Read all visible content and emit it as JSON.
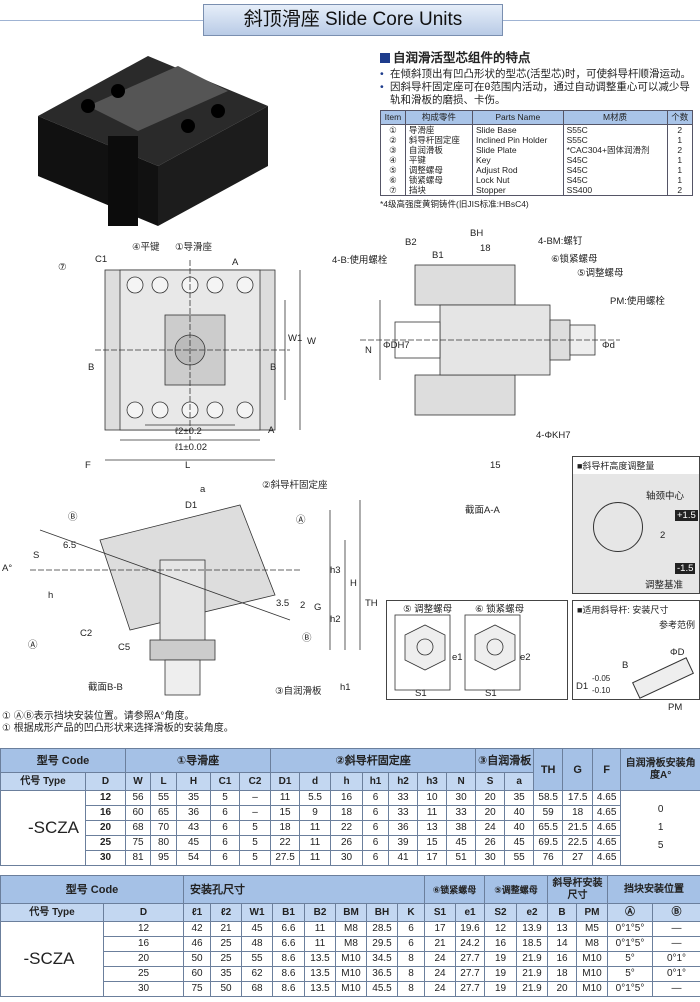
{
  "title": "斜顶滑座 Slide Core Units",
  "features": {
    "heading": "自润滑活型芯组件的特点",
    "bullets": [
      "在倾斜顶出有凹凸形状的型芯(活型芯)时，可使斜导杆顺滑运动。",
      "因斜导杆固定座可在θ范围内活动，通过自动调整重心可以减少导轨和滑板的磨损、卡伤。"
    ],
    "parts_headers": [
      "Item",
      "构成零件",
      "Parts Name",
      "M材质",
      "个数"
    ],
    "parts": [
      [
        "①",
        "导滑座",
        "Slide Base",
        "S55C",
        "2"
      ],
      [
        "②",
        "斜导杆固定座",
        "Inclined Pin Holder",
        "S55C",
        "1"
      ],
      [
        "③",
        "自润滑板",
        "Slide Plate",
        "*CAC304+固体润滑剂",
        "2"
      ],
      [
        "④",
        "平键",
        "Key",
        "S45C",
        "1"
      ],
      [
        "⑤",
        "调整螺母",
        "Adjust Rod",
        "S45C",
        "1"
      ],
      [
        "⑥",
        "锁紧螺母",
        "Lock Nut",
        "S45C",
        "1"
      ],
      [
        "⑦",
        "挡块",
        "Stopper",
        "SS400",
        "2"
      ]
    ],
    "parts_note": "*4级高强度黄铜铸件(旧JIS标准:HBsC4)"
  },
  "top_view": {
    "c1": "C1",
    "key": "④平键",
    "base": "①导滑座",
    "a1": "A",
    "stopper": "⑦",
    "b": "B",
    "b2": "B",
    "w1": "W1",
    "w": "W",
    "l2": "ℓ2±0.2",
    "l1": "ℓ1±0.02",
    "a2": "A",
    "f": "F",
    "l": "L"
  },
  "section_aa": {
    "bh": "BH",
    "b2": "B2",
    "b1": "B1",
    "d18": "18",
    "bm": "4-BM:螺钉",
    "bolt": "4-B:使用螺栓",
    "lock": "⑥锁紧螺母",
    "adjust": "⑤调整螺母",
    "pm": "PM:使用螺栓",
    "n": "N",
    "dh": "ΦDH7",
    "phid": "Φd",
    "kh": "4-ΦKH7",
    "d15": "15",
    "caption": "截面A-A"
  },
  "section_bb": {
    "a": "a",
    "holder": "②斜导杆固定座",
    "d1": "D1",
    "cb1": "Ⓑ",
    "ca1": "Ⓐ",
    "d65": "6.5",
    "s": "S",
    "adeg": "A°",
    "h3": "h3",
    "h": "H",
    "th": "TH",
    "d35": "3.5",
    "d2": "2",
    "g": "G",
    "h2": "h2",
    "hh": "h",
    "ca2": "Ⓐ",
    "c2": "C2",
    "c5": "C5",
    "cb2": "Ⓑ",
    "h1": "h1",
    "plate": "③自润滑板",
    "caption": "截面B-B"
  },
  "nuts": {
    "adjust": "⑤ 调整螺母",
    "lock": "⑥ 锁紧螺母",
    "e1": "e1",
    "e2": "e2",
    "s1a": "S1",
    "s1b": "S1"
  },
  "inset_height": {
    "title": "■斜导杆高度调整量",
    "center": "轴颈中心",
    "plus": "+1.5",
    "two": "2",
    "minus": "-1.5",
    "ref": "调整基准"
  },
  "inset_pin": {
    "title1": "■适用斜导杆: 安装尺寸",
    "title2": "参考范例",
    "phid": "ΦD",
    "b": "B",
    "d1": "D1",
    "tol1": "-0.05",
    "tol2": "-0.10",
    "pm": "PM"
  },
  "notes": [
    "① ⒶⒷ表示挡块安装位置。请参照A°角度。",
    "① 根据成形产品的凹凸形状来选择滑板的安装角度。"
  ],
  "table1": {
    "code": "型号 Code",
    "g1": "①导滑座",
    "g2": "②斜导杆固定座",
    "g3": "③自润滑板",
    "th": "TH",
    "g": "G",
    "f": "F",
    "angle": "自润滑板安装角度A°",
    "sub": [
      "代号 Type",
      "D",
      "W",
      "L",
      "H",
      "C1",
      "C2",
      "D1",
      "d",
      "h",
      "h1",
      "h2",
      "h3",
      "N",
      "S",
      "a"
    ],
    "type": "-SCZA",
    "rows": [
      [
        "12",
        "56",
        "55",
        "35",
        "5",
        "–",
        "11",
        "5.5",
        "16",
        "6",
        "33",
        "10",
        "30",
        "20",
        "35",
        "58.5",
        "17.5",
        "4.65"
      ],
      [
        "16",
        "60",
        "65",
        "36",
        "6",
        "–",
        "15",
        "9",
        "18",
        "6",
        "33",
        "11",
        "33",
        "20",
        "40",
        "59",
        "18",
        "4.65"
      ],
      [
        "20",
        "68",
        "70",
        "43",
        "6",
        "5",
        "18",
        "11",
        "22",
        "6",
        "36",
        "13",
        "38",
        "24",
        "40",
        "65.5",
        "21.5",
        "4.65"
      ],
      [
        "25",
        "75",
        "80",
        "45",
        "6",
        "5",
        "22",
        "11",
        "26",
        "6",
        "39",
        "15",
        "45",
        "26",
        "45",
        "69.5",
        "22.5",
        "4.65"
      ],
      [
        "30",
        "81",
        "95",
        "54",
        "6",
        "5",
        "27.5",
        "11",
        "30",
        "6",
        "41",
        "17",
        "51",
        "30",
        "55",
        "76",
        "27",
        "4.65"
      ]
    ],
    "angles": [
      "0",
      "1",
      "5"
    ]
  },
  "table2": {
    "code": "型号 Code",
    "g1": "安装孔尺寸",
    "g2": "⑥锁紧螺母",
    "g3": "⑤调整螺母",
    "g4": "斜导杆安装尺寸",
    "g5": "挡块安装位置",
    "sub": [
      "代号 Type",
      "D",
      "ℓ1",
      "ℓ2",
      "W1",
      "B1",
      "B2",
      "BM",
      "BH",
      "K",
      "S1",
      "e1",
      "S2",
      "e2",
      "B",
      "PM",
      "Ⓐ",
      "Ⓑ"
    ],
    "type": "-SCZA",
    "rows": [
      [
        "12",
        "42",
        "21",
        "45",
        "6.6",
        "11",
        "M8",
        "28.5",
        "6",
        "17",
        "19.6",
        "12",
        "13.9",
        "13",
        "M5",
        "0°1°5°",
        "—"
      ],
      [
        "16",
        "46",
        "25",
        "48",
        "6.6",
        "11",
        "M8",
        "29.5",
        "6",
        "21",
        "24.2",
        "16",
        "18.5",
        "14",
        "M8",
        "0°1°5°",
        "—"
      ],
      [
        "20",
        "50",
        "25",
        "55",
        "8.6",
        "13.5",
        "M10",
        "34.5",
        "8",
        "24",
        "27.7",
        "19",
        "21.9",
        "16",
        "M10",
        "5°",
        "0°1°"
      ],
      [
        "25",
        "60",
        "35",
        "62",
        "8.6",
        "13.5",
        "M10",
        "36.5",
        "8",
        "24",
        "27.7",
        "19",
        "21.9",
        "18",
        "M10",
        "5°",
        "0°1°"
      ],
      [
        "30",
        "75",
        "50",
        "68",
        "8.6",
        "13.5",
        "M10",
        "45.5",
        "8",
        "24",
        "27.7",
        "19",
        "21.9",
        "20",
        "M10",
        "0°1°5°",
        "—"
      ]
    ]
  },
  "colors": {
    "header": "#a5c1e6",
    "subheader": "#c3d7f1",
    "accent": "#1e3c8c"
  }
}
